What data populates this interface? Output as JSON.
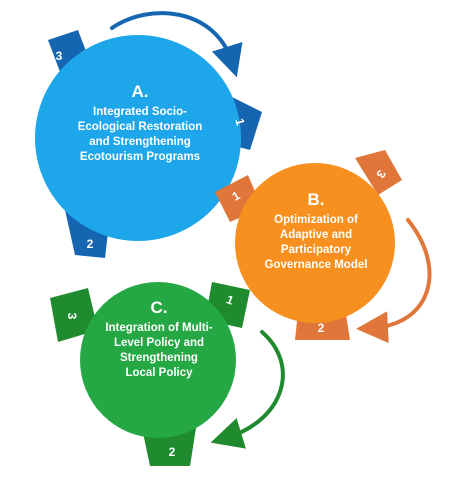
{
  "colors": {
    "blue": "#1ea6ea",
    "blue_dark": "#1565b0",
    "orange": "#f7901e",
    "orange_dark": "#e0763a",
    "green": "#25a844",
    "green_dark": "#1f8a2e",
    "text": "#ffffff"
  },
  "nodes": {
    "a": {
      "letter": "A.",
      "description": "Integrated Socio-Ecological Restoration and Strengthening Ecotourism Programs",
      "tabs": [
        "1",
        "2",
        "3"
      ]
    },
    "b": {
      "letter": "B.",
      "description": "Optimization of Adaptive and Participatory Governance Model",
      "tabs": [
        "1",
        "2",
        "3"
      ]
    },
    "c": {
      "letter": "C.",
      "description": "Integration of Multi-Level Policy and Strengthening Local Policy",
      "tabs": [
        "1",
        "2",
        "3"
      ]
    }
  },
  "arrows": {
    "top": "blue-dark curved arrow over circle A",
    "right": "orange curved arrow beside circle B",
    "bottom": "green curved arrow beside circle C"
  }
}
